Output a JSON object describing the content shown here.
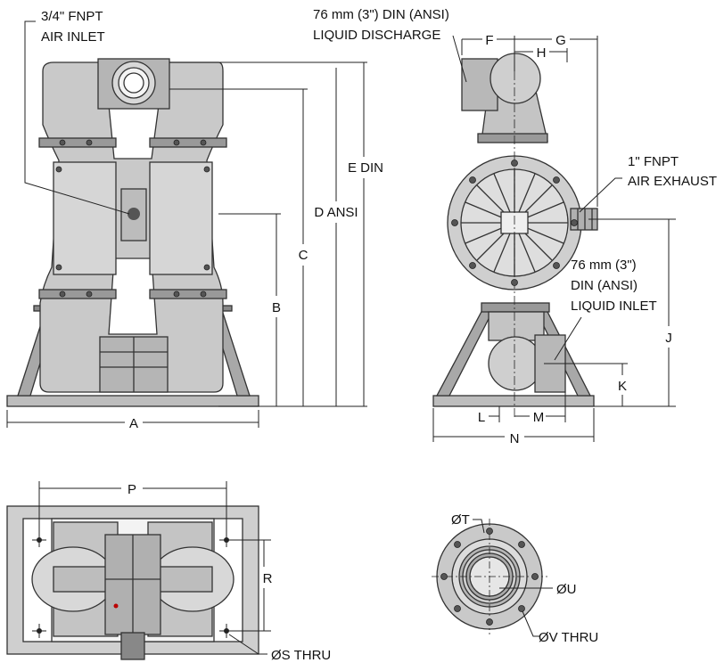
{
  "front_view": {
    "air_inlet_label_line1": "3/4\" FNPT",
    "air_inlet_label_line2": "AIR INLET",
    "dim_a": "A",
    "dim_b": "B",
    "dim_c": "C",
    "dim_d": "D ANSI",
    "dim_e": "E DIN"
  },
  "side_view": {
    "discharge_label_line1": "76 mm (3\") DIN (ANSI)",
    "discharge_label_line2": "LIQUID DISCHARGE",
    "exhaust_label_line1": "1\" FNPT",
    "exhaust_label_line2": "AIR EXHAUST",
    "inlet_label_line1": "76 mm (3\")",
    "inlet_label_line2": "DIN (ANSI)",
    "inlet_label_line3": "LIQUID INLET",
    "dim_f": "F",
    "dim_g": "G",
    "dim_h": "H",
    "dim_j": "J",
    "dim_k": "K",
    "dim_l": "L",
    "dim_m": "M",
    "dim_n": "N"
  },
  "top_view": {
    "dim_p": "P",
    "dim_r": "R",
    "dim_s": "ØS THRU"
  },
  "flange_view": {
    "dim_t": "ØT",
    "dim_u": "ØU",
    "dim_v": "ØV THRU"
  },
  "colors": {
    "pump_body": "#c9c9c9",
    "pump_shadow": "#9a9a9a",
    "line": "#222222"
  }
}
